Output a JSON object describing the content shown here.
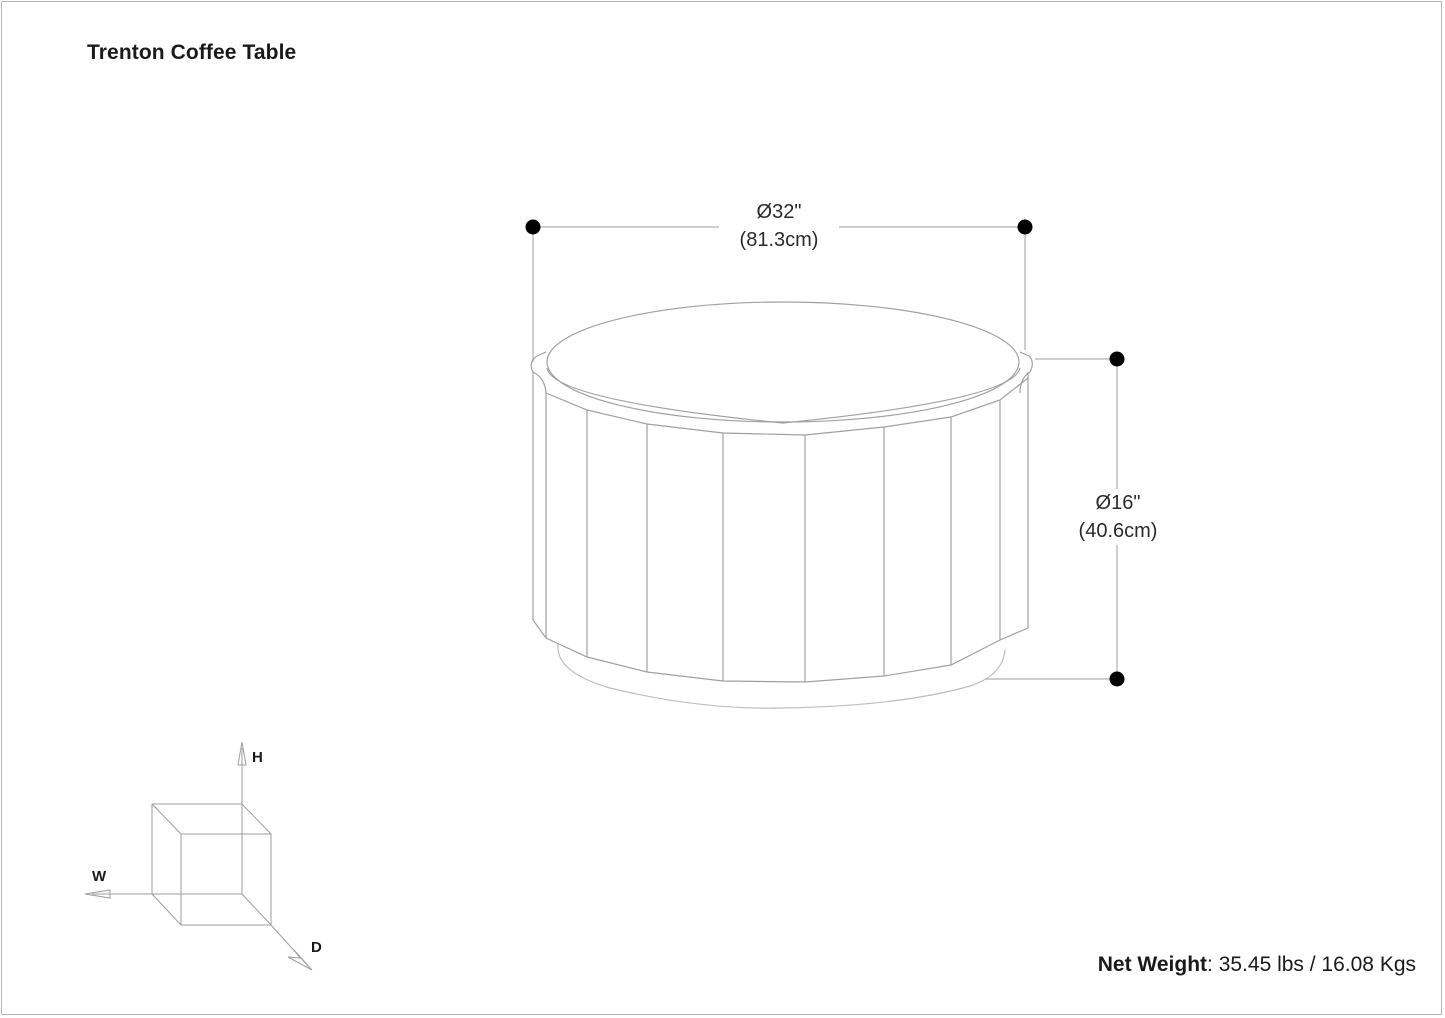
{
  "title": "Trenton Coffee Table",
  "dimensions": {
    "diameter": {
      "imperial": "Ø32\"",
      "metric": "(81.3cm)"
    },
    "height": {
      "imperial": "Ø16\"",
      "metric": "(40.6cm)"
    }
  },
  "axes": {
    "height": "H",
    "width": "W",
    "depth": "D"
  },
  "weight": {
    "label": "Net Weight",
    "separator": ":",
    "value": " 35.45 lbs / 16.08 Kgs"
  },
  "colors": {
    "line": "#9a9a9a",
    "dim_line": "#b0b0b0",
    "dot": "#000000",
    "frame": "#b5b5b5"
  }
}
